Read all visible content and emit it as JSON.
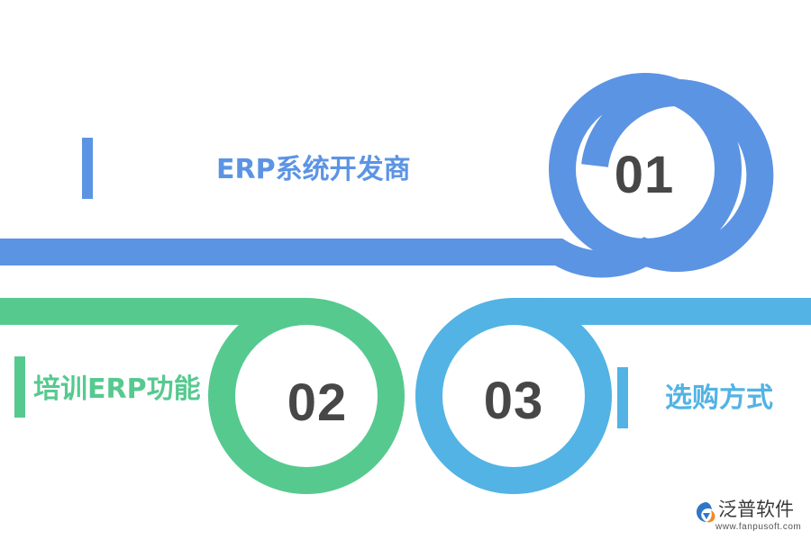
{
  "colors": {
    "blue": "#5c94e4",
    "green": "#56c98f",
    "sky": "#52b3e4",
    "number": "#474747"
  },
  "steps": [
    {
      "number": "01",
      "label": "ERP系统开发商",
      "color": "#5c94e4"
    },
    {
      "number": "02",
      "label": "培训ERP功能",
      "color": "#56c98f"
    },
    {
      "number": "03",
      "label": "选购方式",
      "color": "#52b3e4"
    }
  ],
  "logo": {
    "name": "泛普软件",
    "url": "www.fanpusoft.com",
    "icon": "fanpu-logo-icon"
  }
}
